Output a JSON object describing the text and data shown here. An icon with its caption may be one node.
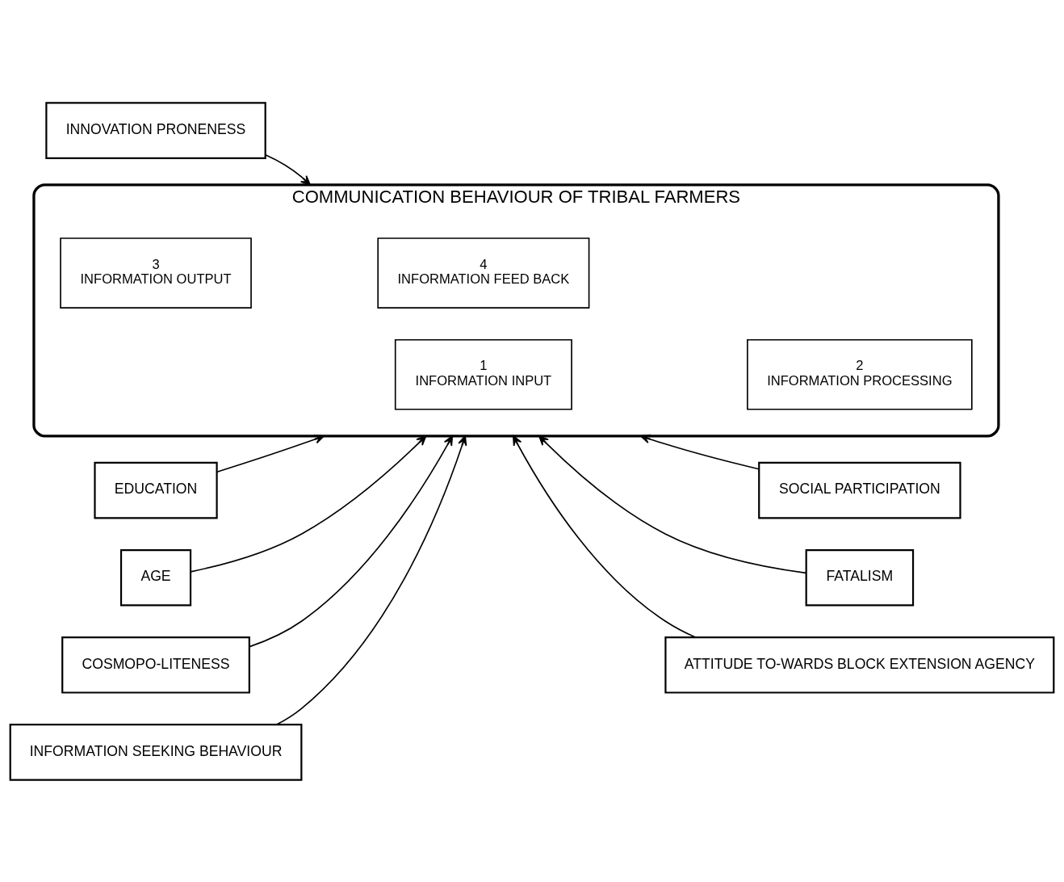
{
  "diagram": {
    "nodes": [
      {
        "text": [
          "INNOVATION PRONENESS"
        ]
      },
      {
        "text": [
          "EDUCATION"
        ]
      },
      {
        "text": [
          "ATTITUDE TO-WARDS BLOCK EXTENSION AGENCY"
        ]
      },
      {
        "text": [
          "COMMUNICATION BEHAVIOUR OF TRIBAL FARMERS"
        ]
      },
      {
        "text": [
          "1",
          "INFORMATION INPUT"
        ],
        "in": 3
      },
      {
        "text": [
          "2",
          "INFORMATION PROCESSING"
        ],
        "in": 3
      },
      {
        "text": [
          "3",
          "INFORMATION OUTPUT"
        ],
        "in": 3
      },
      {
        "text": [
          "4",
          "INFORMATION FEED BACK"
        ],
        "in": 3
      },
      {
        "text": [
          "AGE"
        ]
      },
      {
        "text": [
          "SOCIAL PARTICIPATION"
        ]
      },
      {
        "text": [
          "COSMOPO-LITENESS"
        ]
      },
      {
        "text": [
          "FATALISM"
        ]
      },
      {
        "text": [
          "INFORMATION SEEKING BEHAVIOUR"
        ]
      }
    ],
    "edges": [
      {
        "from": 0,
        "to": 3,
        "arrow": "to"
      },
      {
        "from": 1,
        "to": 3,
        "arrow": "to"
      },
      {
        "from": 2,
        "to": 3,
        "arrow": "to"
      },
      {
        "from": 8,
        "to": 3,
        "arrow": "to"
      },
      {
        "from": 9,
        "to": 3,
        "arrow": "to"
      },
      {
        "from": 10,
        "to": 3,
        "arrow": "to"
      },
      {
        "from": 11,
        "to": 3,
        "arrow": "to"
      },
      {
        "from": 12,
        "to": 3,
        "arrow": "to"
      }
    ]
  }
}
